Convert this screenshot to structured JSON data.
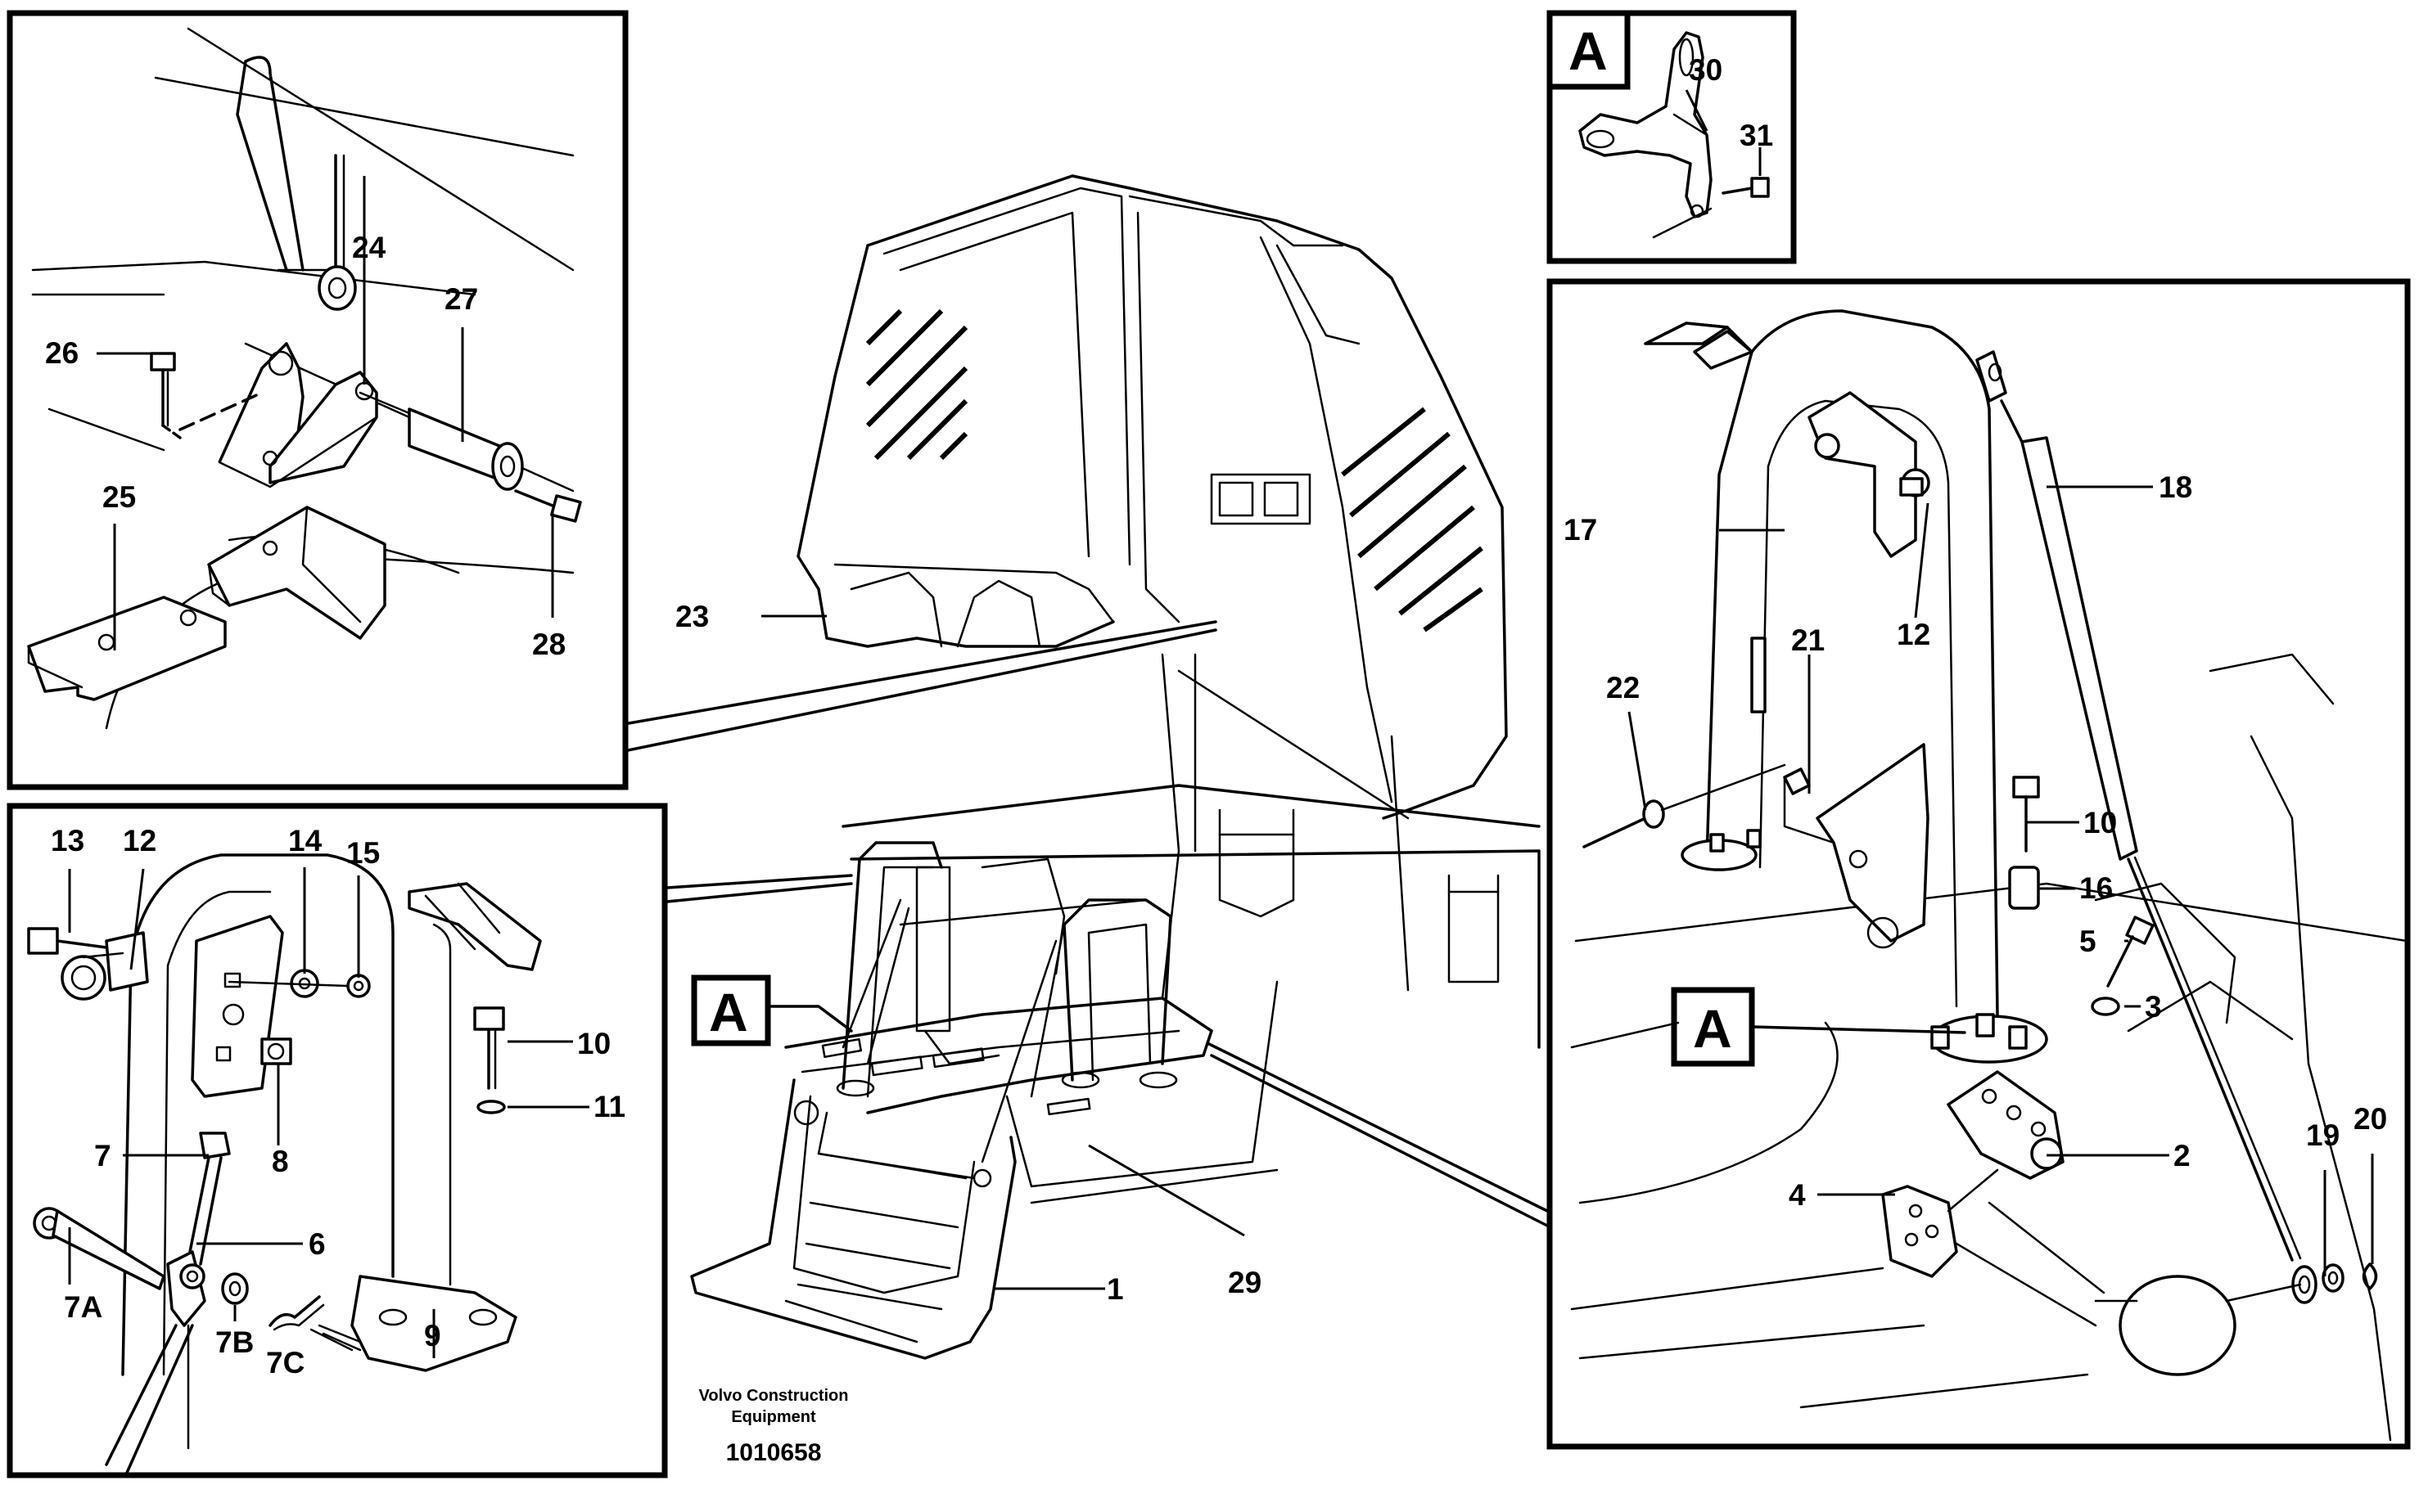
{
  "footer": {
    "company_line1": "Volvo Construction",
    "company_line2": "Equipment",
    "drawing_number": "1010658"
  },
  "callouts": {
    "p1": "1",
    "p2": "2",
    "p3": "3",
    "p4": "4",
    "p5": "5",
    "p6": "6",
    "p7": "7",
    "p7a": "7A",
    "p7b": "7B",
    "p7c": "7C",
    "p8": "8",
    "p9": "9",
    "p10": "10",
    "p11": "11",
    "p12": "12",
    "p13": "13",
    "p14": "14",
    "p15": "15",
    "p16": "16",
    "p17": "17",
    "p18": "18",
    "p19": "19",
    "p20": "20",
    "p21": "21",
    "p22": "22",
    "p23": "23",
    "p24": "24",
    "p25": "25",
    "p26": "26",
    "p27": "27",
    "p28": "28",
    "p29": "29",
    "p30": "30",
    "p31": "31"
  },
  "view_label": "A"
}
